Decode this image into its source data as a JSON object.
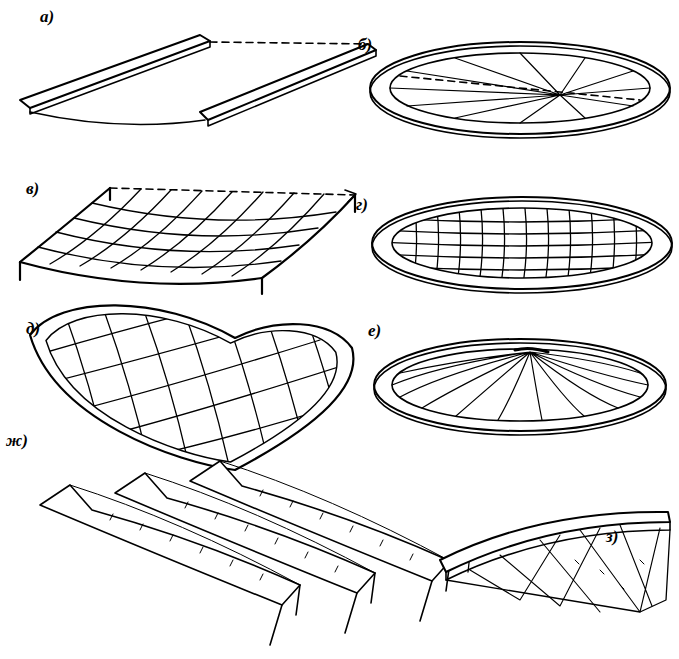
{
  "diagram": {
    "labels": [
      "а)",
      "б)",
      "в)",
      "г)",
      "д)",
      "е)",
      "ж)",
      "з)"
    ]
  }
}
